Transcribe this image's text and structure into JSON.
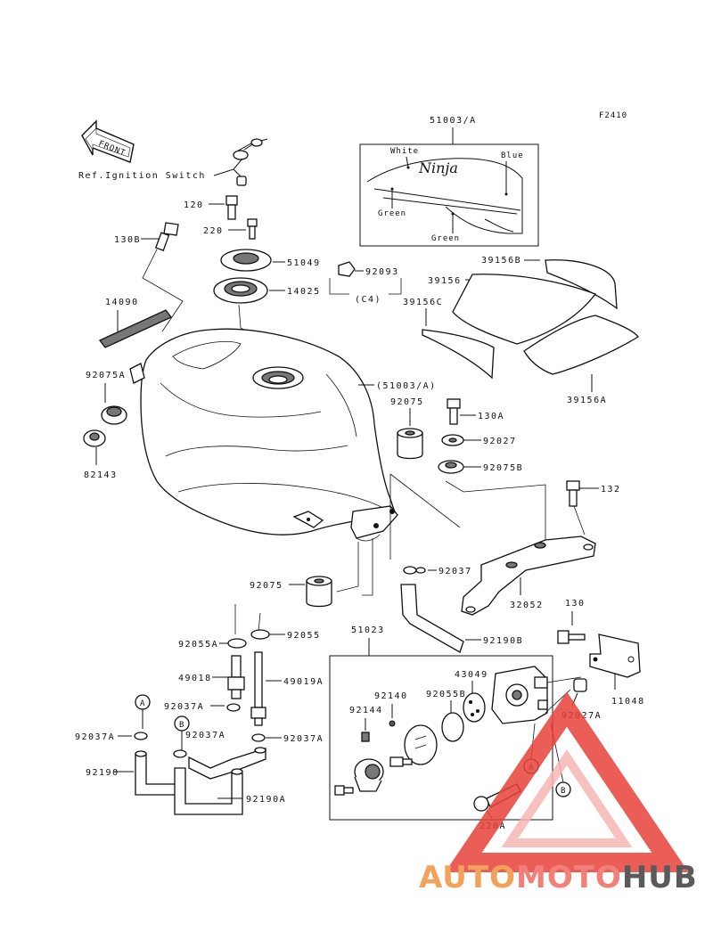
{
  "figure_code": "F2410",
  "front_label": "FRONT",
  "ref_label": "Ref.Ignition Switch",
  "parts": {
    "p51003A_top": "51003/A",
    "white": "White",
    "blue": "Blue",
    "green1": "Green",
    "green2": "Green",
    "ninja": "Ninja",
    "p120": "120",
    "p220": "220",
    "p130B": "130B",
    "p51049": "51049",
    "p14025": "14025",
    "p92093": "92093",
    "c4": "(C4)",
    "p14090": "14090",
    "p39156B": "39156B",
    "p39156": "39156",
    "p39156C": "39156C",
    "p39156A": "39156A",
    "p92075A": "92075A",
    "p51003A_tank": "(51003/A)",
    "p82143": "82143",
    "p92075_top": "92075",
    "p130A": "130A",
    "p92027": "92027",
    "p92075B": "92075B",
    "p132": "132",
    "p92037": "92037",
    "p32052": "32052",
    "p92075_mid": "92075",
    "p92190B": "92190B",
    "p130": "130",
    "p92055A": "92055A",
    "p92055": "92055",
    "p51023": "51023",
    "p43049": "43049",
    "p92140": "92140",
    "p92055B": "92055B",
    "p49018": "49018",
    "p49019A": "49019A",
    "p11048": "11048",
    "p92144": "92144",
    "p92037A_1": "92037A",
    "p92037A_2": "92037A",
    "p92037A_3": "92037A",
    "p92037A_4": "92037A",
    "p92027A": "92027A",
    "p92190": "92190",
    "p92190A": "92190A",
    "p220A": "220A",
    "ref_A1": "A",
    "ref_A2": "A",
    "ref_B1": "B",
    "ref_B2": "B"
  },
  "watermark": {
    "part1": "AUTO",
    "part2": "MOTO",
    "part3": "HUB",
    "color_orange": "#f2a25a",
    "color_red": "#e8433c",
    "color_gray": "#5a5a5a"
  }
}
